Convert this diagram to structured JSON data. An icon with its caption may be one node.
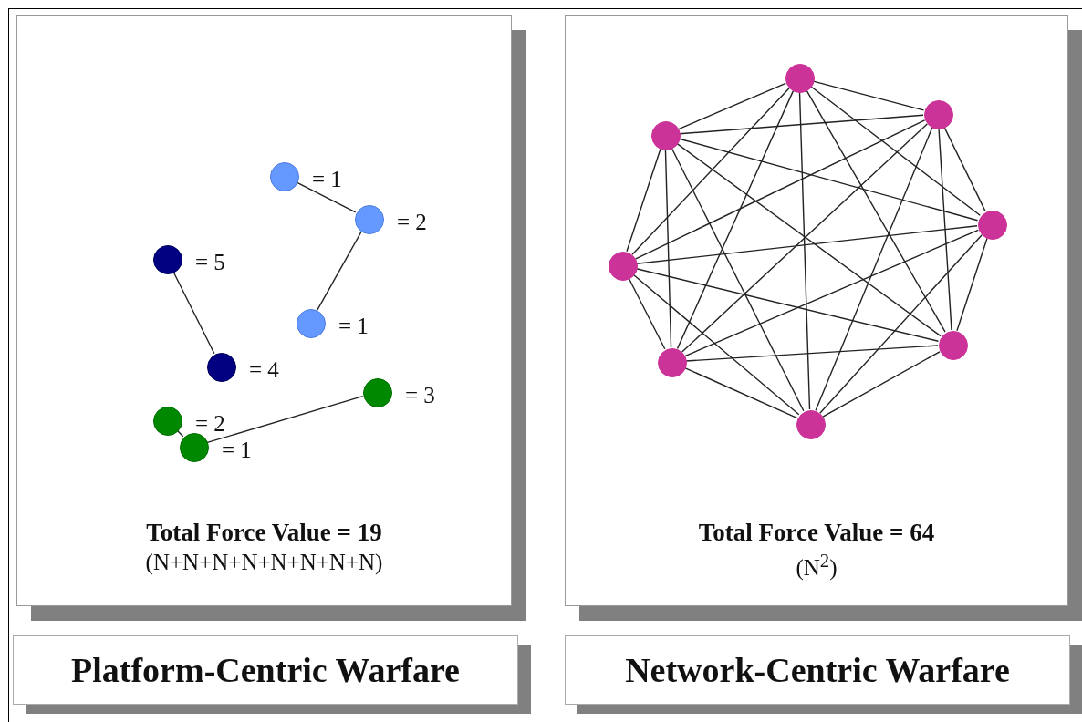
{
  "diagram": {
    "nodes": [
      {
        "text": [
          "Total Force Value = 19",
          "(N+N+N+N+N+N+N+N)"
        ]
      },
      {
        "text": [],
        "shape": "circle",
        "in": 0,
        "beside": [
          "= 1"
        ]
      },
      {
        "text": [],
        "shape": "circle",
        "in": 0,
        "beside": [
          "= 2"
        ]
      },
      {
        "text": [],
        "shape": "circle",
        "in": 0,
        "beside": [
          "= 5"
        ]
      },
      {
        "text": [],
        "shape": "circle",
        "in": 0,
        "beside": [
          "= 1"
        ]
      },
      {
        "text": [],
        "shape": "circle",
        "in": 0,
        "beside": [
          "= 4"
        ]
      },
      {
        "text": [],
        "shape": "circle",
        "in": 0,
        "beside": [
          "= 3"
        ]
      },
      {
        "text": [],
        "shape": "circle",
        "in": 0,
        "beside": [
          "= 2"
        ]
      },
      {
        "text": [],
        "shape": "circle",
        "in": 0,
        "beside": [
          "= 1"
        ]
      },
      {
        "text": [
          "Total Force Value = 64",
          "(N$^{2}$)"
        ]
      },
      {
        "text": [],
        "shape": "circle",
        "in": 9
      },
      {
        "text": [],
        "shape": "circle",
        "in": 9
      },
      {
        "text": [],
        "shape": "circle",
        "in": 9
      },
      {
        "text": [],
        "shape": "circle",
        "in": 9
      },
      {
        "text": [],
        "shape": "circle",
        "in": 9
      },
      {
        "text": [],
        "shape": "circle",
        "in": 9
      },
      {
        "text": [],
        "shape": "circle",
        "in": 9
      },
      {
        "text": [],
        "shape": "circle",
        "in": 9
      },
      {
        "text": [
          "Platform-Centric Warfare"
        ]
      },
      {
        "text": [
          "Network-Centric Warfare"
        ]
      }
    ],
    "edges": [
      {
        "from": 1,
        "to": 2,
        "arrow": "none"
      },
      {
        "from": 2,
        "to": 4,
        "arrow": "none"
      },
      {
        "from": 3,
        "to": 5,
        "arrow": "none"
      },
      {
        "from": 7,
        "to": 8,
        "arrow": "none"
      },
      {
        "from": 8,
        "to": 6,
        "arrow": "none"
      },
      {
        "from": 10,
        "to": 11,
        "arrow": "none"
      },
      {
        "from": 10,
        "to": 12,
        "arrow": "none"
      },
      {
        "from": 10,
        "to": 13,
        "arrow": "none"
      },
      {
        "from": 10,
        "to": 14,
        "arrow": "none"
      },
      {
        "from": 10,
        "to": 15,
        "arrow": "none"
      },
      {
        "from": 10,
        "to": 16,
        "arrow": "none"
      },
      {
        "from": 10,
        "to": 17,
        "arrow": "none"
      },
      {
        "from": 11,
        "to": 12,
        "arrow": "none"
      },
      {
        "from": 11,
        "to": 13,
        "arrow": "none"
      },
      {
        "from": 11,
        "to": 14,
        "arrow": "none"
      },
      {
        "from": 11,
        "to": 15,
        "arrow": "none"
      },
      {
        "from": 11,
        "to": 16,
        "arrow": "none"
      },
      {
        "from": 11,
        "to": 17,
        "arrow": "none"
      },
      {
        "from": 12,
        "to": 13,
        "arrow": "none"
      },
      {
        "from": 12,
        "to": 14,
        "arrow": "none"
      },
      {
        "from": 12,
        "to": 15,
        "arrow": "none"
      },
      {
        "from": 12,
        "to": 16,
        "arrow": "none"
      },
      {
        "from": 12,
        "to": 17,
        "arrow": "none"
      },
      {
        "from": 13,
        "to": 14,
        "arrow": "none"
      },
      {
        "from": 13,
        "to": 15,
        "arrow": "none"
      },
      {
        "from": 13,
        "to": 16,
        "arrow": "none"
      },
      {
        "from": 13,
        "to": 17,
        "arrow": "none"
      },
      {
        "from": 14,
        "to": 15,
        "arrow": "none"
      },
      {
        "from": 14,
        "to": 16,
        "arrow": "none"
      },
      {
        "from": 14,
        "to": 17,
        "arrow": "none"
      },
      {
        "from": 15,
        "to": 16,
        "arrow": "none"
      },
      {
        "from": 15,
        "to": 17,
        "arrow": "none"
      },
      {
        "from": 16,
        "to": 17,
        "arrow": "none"
      }
    ]
  }
}
